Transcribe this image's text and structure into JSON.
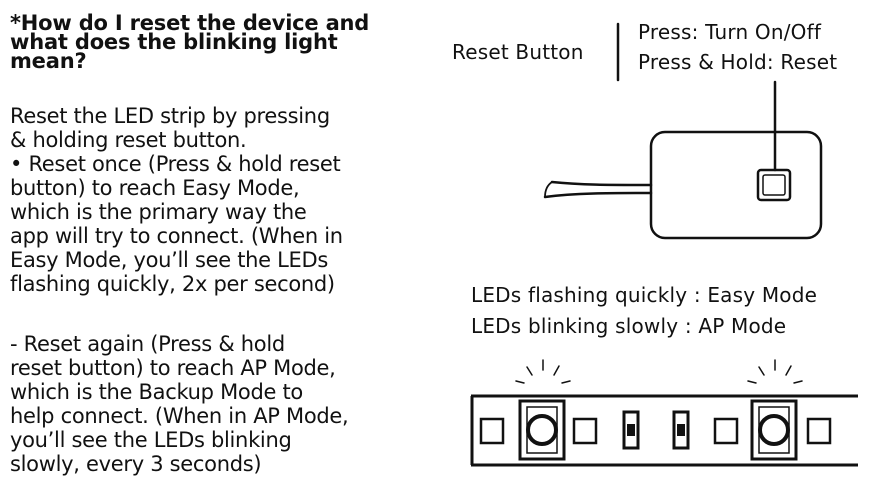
{
  "faq": {
    "question_lines": [
      "*How do I reset the device and",
      "what does the blinking light",
      "mean?"
    ],
    "para1_lines": [
      "Reset the LED strip by pressing",
      "& holding reset button.",
      "• Reset once (Press & hold reset",
      "button) to reach Easy Mode,",
      "which is the primary way the",
      "app will try to connect. (When in",
      "Easy Mode, you’ll see the LEDs",
      "flashing quickly, 2x per second)"
    ],
    "para2_lines": [
      "- Reset again (Press & hold",
      "reset button) to reach AP Mode,",
      "which is the Backup Mode to",
      "help connect. (When in AP Mode,",
      "you’ll see the LEDs blinking",
      "slowly, every 3 seconds)"
    ]
  },
  "diagram": {
    "reset_button_label": "Reset Button",
    "press_label": "Press: Turn On/Off",
    "press_hold_label": "Press & Hold: Reset",
    "legend_easy": "LEDs flashing quickly : Easy Mode",
    "legend_ap": "LEDs blinking slowly : AP Mode",
    "colors": {
      "line": "#111111",
      "background": "#ffffff"
    }
  }
}
